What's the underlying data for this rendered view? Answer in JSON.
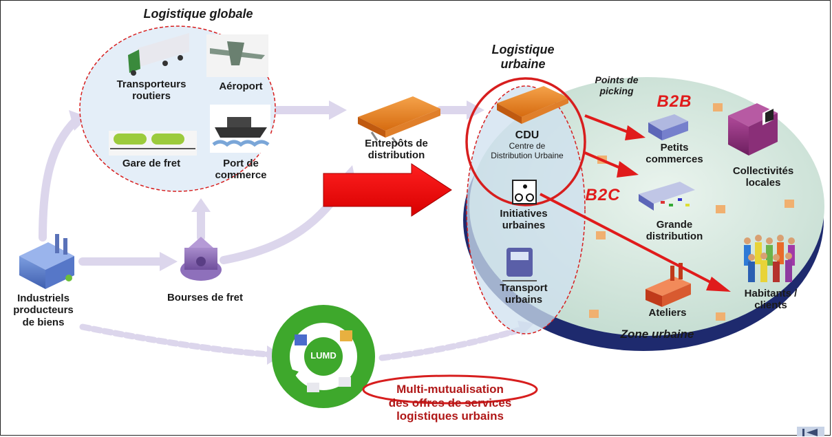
{
  "sections": {
    "global_title": "Logistique globale",
    "urban_title": "Logistique\nurbaine",
    "zone_label": "Zone urbaine",
    "points_picking": "Points de\npicking"
  },
  "global_nodes": {
    "transporteurs": "Transporteurs\nroutiers",
    "aeroport": "Aéroport",
    "gare": "Gare de fret",
    "port": "Port de\ncommerce"
  },
  "flow_nodes": {
    "entrepots": "Entrepôts de\ndistribution",
    "industriels": "Industriels\nproducteurs\nde biens",
    "bourses": "Bourses de fret"
  },
  "urban_nodes": {
    "cdu": "CDU",
    "cdu_full": "Centre de\nDistribution Urbaine",
    "initiatives": "Initiatives\nurbaines",
    "transport": "Transport\nurbains",
    "petits": "Petits\ncommerces",
    "grande": "Grande\ndistribution",
    "collectivites": "Collectivités\nlocales",
    "habitants": "Habitants /\nclients",
    "ateliers": "Ateliers"
  },
  "annotations": {
    "b2b": "B2B",
    "b2c": "B2C",
    "lumd": "LUMD",
    "multi": "Multi-mutualisation\ndes offres de services\nlogistiques urbains"
  },
  "colors": {
    "annotation_red": "#e01b1b",
    "ring_red": "#d71e1e",
    "flow_arrow": "#d9d3ea",
    "disc_top": "#d4e6dc",
    "disc_side": "#1e2a6e",
    "oval_fill": "#e4eef8",
    "cycle_green": "#3ea82c"
  }
}
